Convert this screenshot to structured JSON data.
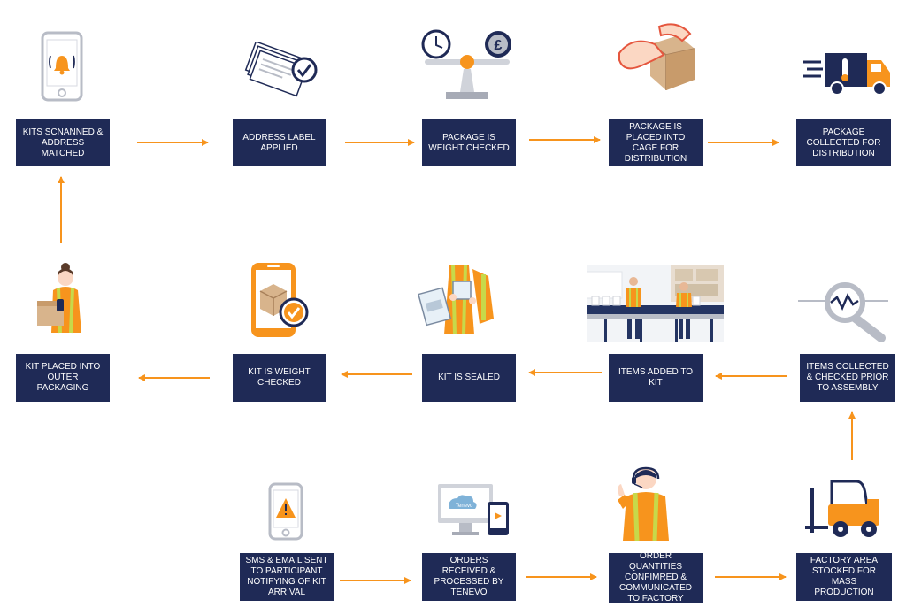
{
  "steps": [
    {
      "id": "s1",
      "text": "KITS SCNANNED & ADDRESS MATCHED"
    },
    {
      "id": "s2",
      "text": "ADDRESS LABEL APPLIED"
    },
    {
      "id": "s3",
      "text": "PACKAGE IS WEIGHT CHECKED"
    },
    {
      "id": "s4",
      "text": "PACKAGE IS PLACED INTO CAGE FOR DISTRIBUTION"
    },
    {
      "id": "s5",
      "text": "PACKAGE COLLECTED FOR DISTRIBUTION"
    },
    {
      "id": "s6",
      "text": "KIT PLACED INTO OUTER PACKAGING"
    },
    {
      "id": "s7",
      "text": "KIT IS WEIGHT CHECKED"
    },
    {
      "id": "s8",
      "text": "KIT IS SEALED"
    },
    {
      "id": "s9",
      "text": "ITEMS ADDED TO KIT"
    },
    {
      "id": "s10",
      "text": "ITEMS COLLECTED & CHECKED PRIOR TO ASSEMBLY"
    },
    {
      "id": "s11",
      "text": "SMS & EMAIL SENT TO PARTICIPANT NOTIFYING OF KIT ARRIVAL"
    },
    {
      "id": "s12",
      "text": "ORDERS RECEIVED & PROCESSED BY TENEVO"
    },
    {
      "id": "s13",
      "text": "ORDER QUANTITIES CONFIMRED & COMMUNICATED TO FACTORY"
    },
    {
      "id": "s14",
      "text": "FACTORY AREA STOCKED FOR MASS PRODUCTION"
    }
  ],
  "brand_label": "Tenevo",
  "colors": {
    "box": "#1f2a56",
    "arrow": "#f7941d",
    "accent": "#f7941d",
    "ink": "#1f2a56",
    "grey": "#b8bcc6"
  },
  "icons": [
    "phone-bell-icon",
    "documents-check-icon",
    "scale-icon",
    "hands-box-icon",
    "delivery-truck-icon",
    "worker-box-icon",
    "phone-box-check-icon",
    "sealing-bag-icon",
    "factory-line-photo",
    "magnifier-chart-icon",
    "phone-warning-icon",
    "computer-devices-icon",
    "call-center-operator-icon",
    "forklift-icon"
  ]
}
